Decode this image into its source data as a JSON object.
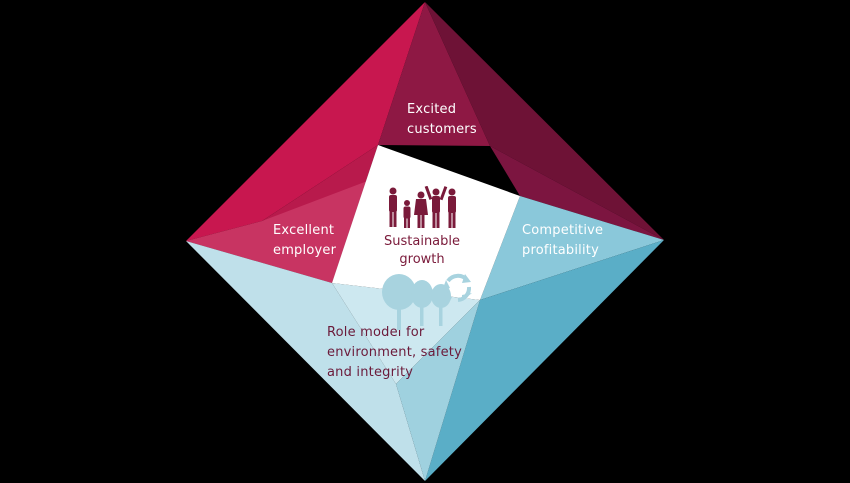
{
  "diagram": {
    "top": {
      "lines": [
        "Excited",
        "customers"
      ]
    },
    "left": {
      "lines": [
        "Excellent",
        "employer"
      ]
    },
    "right": {
      "lines": [
        "Competitive",
        "profitability"
      ]
    },
    "bottom": {
      "lines": [
        "Role model for",
        "environment, safety",
        "and integrity"
      ]
    },
    "center": {
      "lines": [
        "Sustainable",
        "growth"
      ]
    },
    "icons": [
      "people-icon",
      "trees-icon",
      "recycle-icon"
    ],
    "colors": {
      "background": "#000000",
      "crimson": "#c8174f",
      "crimson_dark": "#6e1236",
      "crimson_mid": "#8e1844",
      "teal_light": "#b8dde7",
      "teal_mid": "#7dbfd2",
      "teal_dark": "#5aaec7",
      "center_fill": "#ffffff",
      "center_text": "#7a1a3a"
    }
  }
}
